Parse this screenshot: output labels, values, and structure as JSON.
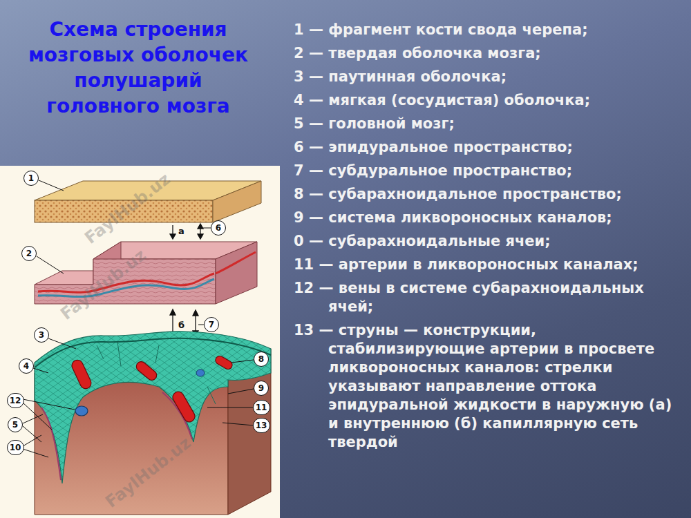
{
  "diagram": {
    "title": "Схема строения мозговых оболочек полушарий головного мозга",
    "nodes": [
      {
        "text": [
          "1"
        ]
      },
      {
        "text": [
          "6"
        ]
      },
      {
        "text": [
          "2"
        ]
      },
      {
        "text": [
          "7"
        ]
      },
      {
        "text": [
          "3"
        ]
      },
      {
        "text": [
          "8"
        ]
      },
      {
        "text": [
          "4"
        ]
      },
      {
        "text": [
          "9"
        ]
      },
      {
        "text": [
          "12"
        ]
      },
      {
        "text": [
          "11"
        ]
      },
      {
        "text": [
          "13"
        ]
      },
      {
        "text": [
          "5"
        ]
      },
      {
        "text": [
          "10"
        ]
      }
    ],
    "labels": [
      "1 — фрагмент кости свода черепа;",
      "2 — твердая оболочка мозга;",
      "3 — паутинная оболочка;",
      "4 — мягкая (сосудистая) оболочка;",
      "5 — головной мозг;",
      "6 — эпидуральное пространство;",
      "7 — субдуральное пространство;",
      "8 — субарахноидальное пространство;",
      "9 — система ликвороносных каналов;",
      "0 — субарахноидальные ячеи;",
      "11 — артерии в ликвороносных каналах;",
      "12 — вены в системе субарахноидальных ячей;",
      "13 — струны — конструкции, стабилизирующие артерии в просвете ликвороносных каналов: стрелки указывают направление оттока эпидуральной жидкости в наружную (а) и внутреннюю (б) капиллярную сеть твердой",
      "а",
      "б",
      "FaylHub.uz",
      "FaylHub.uz",
      "FaylHub.uz"
    ]
  }
}
